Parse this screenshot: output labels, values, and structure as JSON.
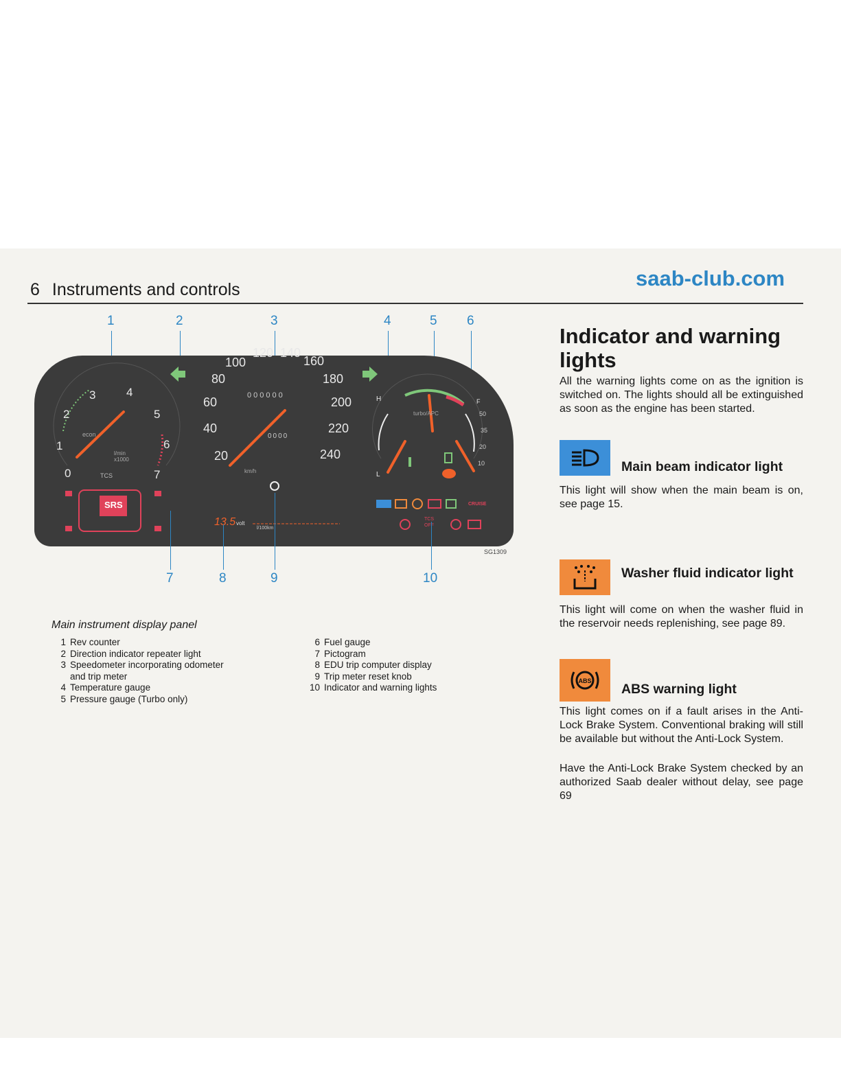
{
  "header": {
    "page_number": "6",
    "section_title": "Instruments and controls",
    "site": "saab-club.com"
  },
  "figure": {
    "callouts": [
      "1",
      "2",
      "3",
      "4",
      "5",
      "6",
      "7",
      "8",
      "9",
      "10"
    ],
    "figure_code": "SG1309",
    "rev_counter": {
      "ticks": [
        "0",
        "1",
        "2",
        "3",
        "4",
        "5",
        "6",
        "7"
      ],
      "econ": "econ",
      "unit_line1": "l/min",
      "unit_line2": "x1000",
      "tcs": "TCS"
    },
    "speedometer": {
      "ticks": [
        "20",
        "40",
        "60",
        "80",
        "100",
        "120",
        "140",
        "160",
        "180",
        "200",
        "220",
        "240"
      ],
      "odometer": "000000",
      "trip": "0000",
      "unit": "km/h"
    },
    "temp_gauge": {
      "high": "H",
      "low": "L"
    },
    "pressure_gauge": {
      "label": "turbo/APC"
    },
    "fuel_gauge": {
      "full": "F",
      "marks": [
        "50",
        "35",
        "20",
        "10"
      ]
    },
    "srs": "SRS",
    "edu_display": {
      "value": "13.5",
      "unit": "volt",
      "sub_unit": "l/100km"
    },
    "warning_labels": {
      "cruise": "CRUISE",
      "tcs_off_line1": "TCS",
      "tcs_off_line2": "OFF"
    }
  },
  "caption": "Main instrument display panel",
  "legend_left": [
    {
      "n": "1",
      "t": "Rev counter"
    },
    {
      "n": "2",
      "t": "Direction indicator repeater light"
    },
    {
      "n": "3",
      "t": "Speedometer incorporating odometer"
    },
    {
      "n": "",
      "t": "and trip meter"
    },
    {
      "n": "4",
      "t": "Temperature gauge"
    },
    {
      "n": "5",
      "t": "Pressure gauge (Turbo only)"
    }
  ],
  "legend_right": [
    {
      "n": "6",
      "t": "Fuel gauge"
    },
    {
      "n": "7",
      "t": "Pictogram"
    },
    {
      "n": "8",
      "t": "EDU trip computer display"
    },
    {
      "n": "9",
      "t": "Trip meter reset knob"
    },
    {
      "n": "10",
      "t": "Indicator and warning lights"
    }
  ],
  "right": {
    "heading": "Indicator and warning lights",
    "intro": "All the warning lights come on as the ignition is switched on. The lights should all be extinguished as soon as the engine has been started.",
    "main_beam": {
      "title": "Main beam indicator light",
      "text": "This light will show when the main beam is on, see page  15."
    },
    "washer": {
      "title": "Washer fluid indicator light",
      "text": "This light will come on when the washer fluid in the reservoir needs replenishing, see page  89."
    },
    "abs": {
      "title": "ABS warning light",
      "icon_text": "ABS",
      "text1": "This light comes on if a fault arises in the Anti-Lock Brake System. Conventional braking will still be available but without the Anti-Lock System.",
      "text2": "Have the Anti-Lock Brake System checked by an authorized Saab dealer without delay, see page  69"
    }
  },
  "colors": {
    "accent": "#2d86c4",
    "panel": "#3b3b3b",
    "needle": "#f0612a",
    "icon_orange": "#f08a3c",
    "icon_blue": "#3c8fd8"
  }
}
